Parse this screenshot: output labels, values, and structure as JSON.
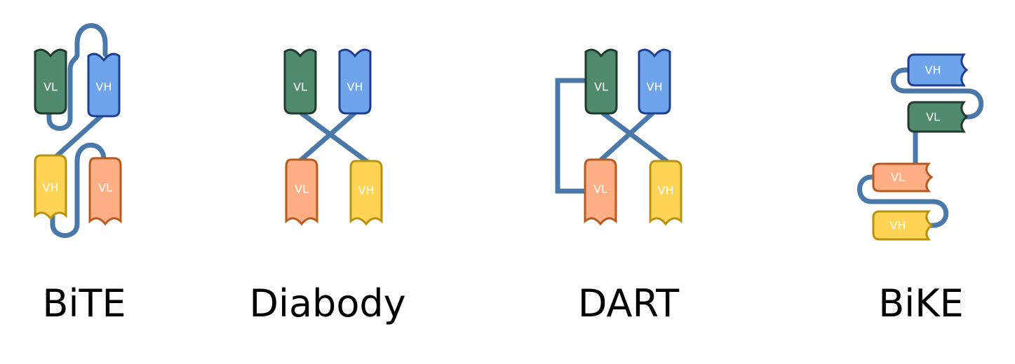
{
  "colors": {
    "linker": "#4a78a8",
    "green_fill": "#4f8a6c",
    "green_stroke": "#1f3a2c",
    "blue_fill": "#6ea4ec",
    "blue_stroke": "#1f3f8c",
    "yellow_fill": "#fdd455",
    "yellow_stroke": "#b8920f",
    "orange_fill": "#fdae85",
    "orange_stroke": "#b85a1f"
  },
  "formats": [
    {
      "name": "BiTE",
      "domains": [
        {
          "label": "VL",
          "color": "green"
        },
        {
          "label": "VH",
          "color": "blue"
        },
        {
          "label": "VH",
          "color": "yellow"
        },
        {
          "label": "VL",
          "color": "orange"
        }
      ]
    },
    {
      "name": "Diabody",
      "domains": [
        {
          "label": "VL",
          "color": "green"
        },
        {
          "label": "VH",
          "color": "blue"
        },
        {
          "label": "VL",
          "color": "orange"
        },
        {
          "label": "VH",
          "color": "yellow"
        }
      ]
    },
    {
      "name": "DART",
      "domains": [
        {
          "label": "VL",
          "color": "green"
        },
        {
          "label": "VH",
          "color": "blue"
        },
        {
          "label": "VL",
          "color": "orange"
        },
        {
          "label": "VH",
          "color": "yellow"
        }
      ]
    },
    {
      "name": "BiKE",
      "domains": [
        {
          "label": "VH",
          "color": "blue"
        },
        {
          "label": "VL",
          "color": "green"
        },
        {
          "label": "VL",
          "color": "orange"
        },
        {
          "label": "VH",
          "color": "yellow"
        }
      ]
    }
  ]
}
